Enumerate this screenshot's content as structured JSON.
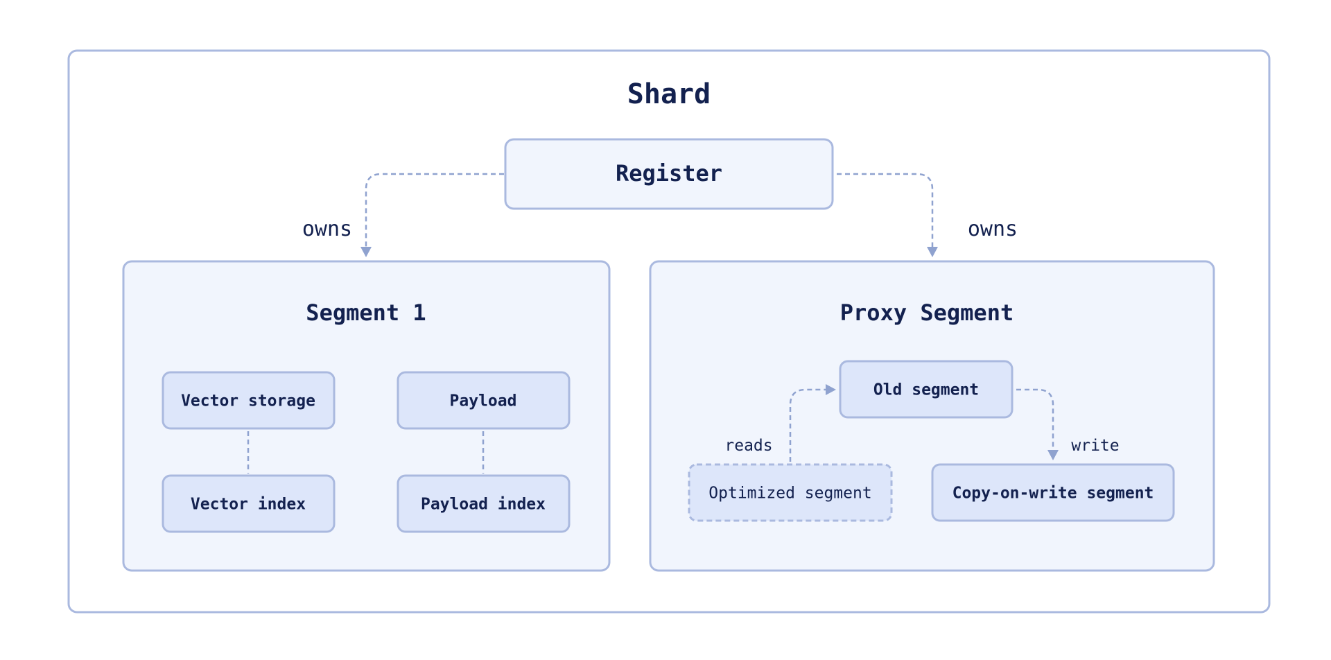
{
  "shard": {
    "title": "Shard"
  },
  "register": {
    "label": "Register"
  },
  "edges": {
    "owns_left": "owns",
    "owns_right": "owns",
    "reads": "reads",
    "write": "write"
  },
  "segment1": {
    "title": "Segment 1",
    "vector_storage": "Vector storage",
    "vector_index": "Vector index",
    "payload": "Payload",
    "payload_index": "Payload index"
  },
  "proxy": {
    "title": "Proxy Segment",
    "old_segment": "Old segment",
    "optimized_segment": "Optimized segment",
    "cow_segment": "Copy-on-write segment"
  },
  "colors": {
    "border": "#aab9df",
    "panel_fill": "#f1f5fd",
    "node_fill": "#dde6fa",
    "edge": "#8fa2cf",
    "text": "#13214f"
  }
}
